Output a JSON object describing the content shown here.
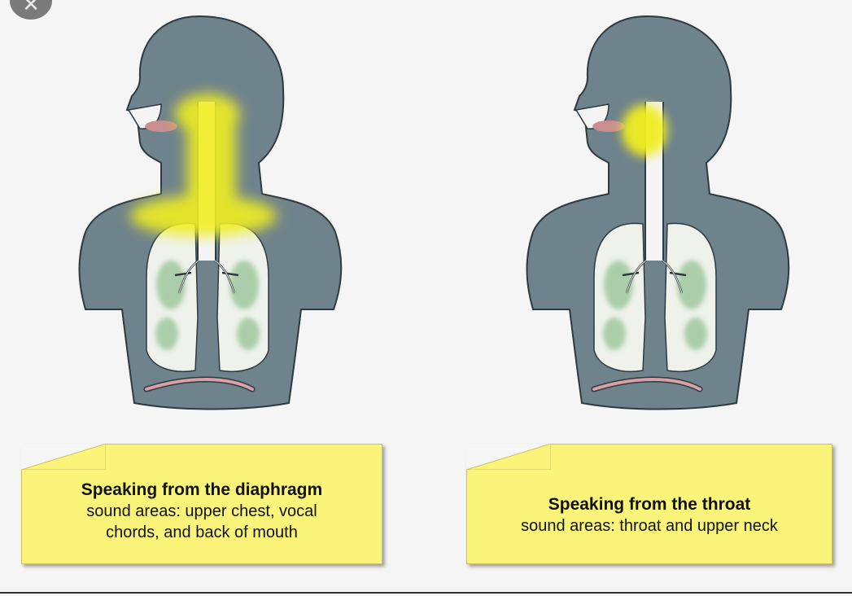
{
  "close_icon": {
    "glyph": "✕",
    "name": "close-icon"
  },
  "colors": {
    "background": "#f5f5f5",
    "body_fill": "#6f838c",
    "lung_fill": "#eef2ea",
    "lung_shading": "#8fbf8f",
    "highlight": "#f0ee20",
    "diaphragm": "#d9a0a8",
    "note_fill": "#fbf47a"
  },
  "panels": [
    {
      "title": "Speaking from the diaphragm",
      "body_lines": [
        "sound areas: upper chest, vocal",
        "chords, and back of mouth"
      ]
    },
    {
      "title": "Speaking from the throat",
      "body_lines": [
        "sound areas: throat and upper neck"
      ]
    }
  ]
}
